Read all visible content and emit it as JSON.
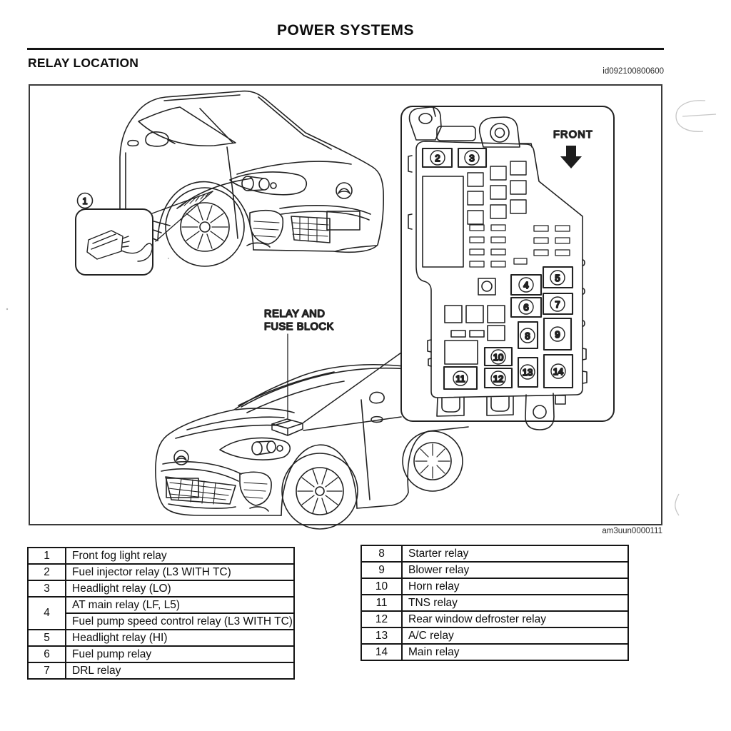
{
  "header": {
    "title": "POWER SYSTEMS",
    "section_title": "RELAY LOCATION",
    "doc_id": "id092100800600"
  },
  "figure": {
    "figure_id": "am3uun0000111",
    "front_label": "FRONT",
    "relay_block_label_line1": "RELAY AND",
    "relay_block_label_line2": "FUSE BLOCK",
    "markers": {
      "1": "1",
      "2": "2",
      "3": "3",
      "4": "4",
      "5": "5",
      "6": "6",
      "7": "7",
      "8": "8",
      "9": "9",
      "10": "10",
      "11": "11",
      "12": "12",
      "13": "13",
      "14": "14"
    }
  },
  "relay_tables": {
    "left": [
      {
        "num": "1",
        "labels": [
          "Front fog light relay"
        ]
      },
      {
        "num": "2",
        "labels": [
          "Fuel injector relay (L3 WITH TC)"
        ]
      },
      {
        "num": "3",
        "labels": [
          "Headlight relay (LO)"
        ]
      },
      {
        "num": "4",
        "labels": [
          "AT main relay (LF, L5)",
          "Fuel pump speed control relay (L3 WITH TC)"
        ]
      },
      {
        "num": "5",
        "labels": [
          "Headlight relay (HI)"
        ]
      },
      {
        "num": "6",
        "labels": [
          "Fuel pump relay"
        ]
      },
      {
        "num": "7",
        "labels": [
          "DRL relay"
        ]
      }
    ],
    "right": [
      {
        "num": "8",
        "label": "Starter relay"
      },
      {
        "num": "9",
        "label": "Blower relay"
      },
      {
        "num": "10",
        "label": "Horn relay"
      },
      {
        "num": "11",
        "label": "TNS relay"
      },
      {
        "num": "12",
        "label": "Rear window defroster relay"
      },
      {
        "num": "13",
        "label": "A/C relay"
      },
      {
        "num": "14",
        "label": "Main relay"
      }
    ]
  }
}
